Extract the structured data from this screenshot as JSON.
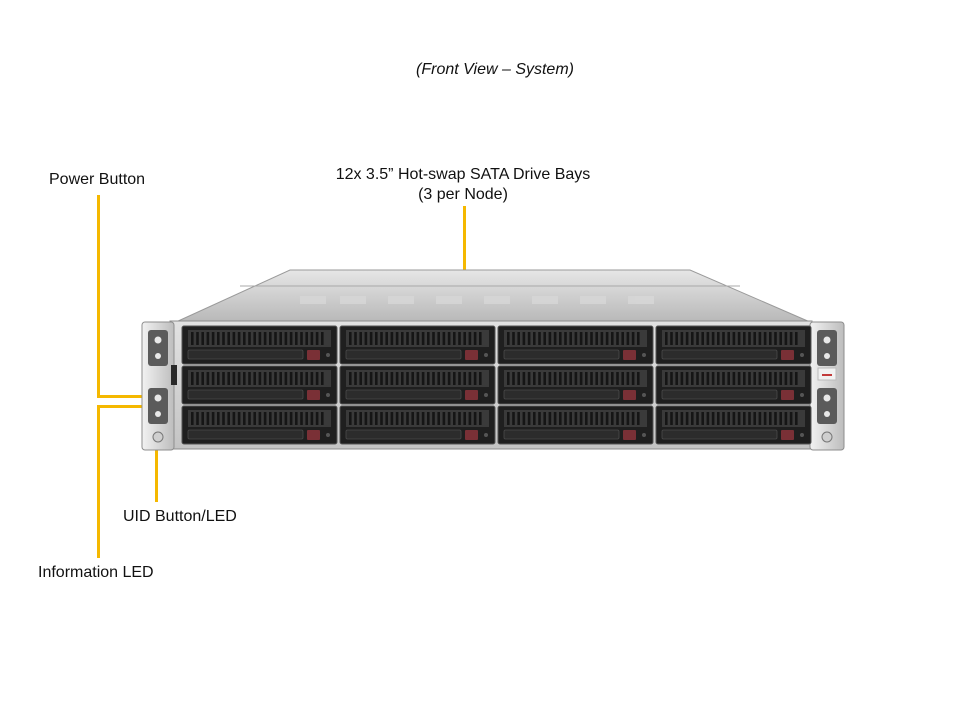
{
  "caption": "(Front View – System)",
  "callouts": {
    "drive_bays_line1": "12x 3.5” Hot-swap SATA Drive Bays",
    "drive_bays_line2": "(3 per Node)",
    "power_button": "Power Button",
    "uid_button": "UID Button/LED",
    "information_led": "Information  LED"
  },
  "server": {
    "nodes": 4,
    "drives_per_node": 3,
    "colors": {
      "chassis_top": "#c9c9c9",
      "chassis_front": "#d6d6d6",
      "tray_face": "#1f1f1f",
      "tray_grille": "#3a3a3a",
      "release_tab": "#7a3036",
      "callout_line": "#f5b800"
    }
  }
}
